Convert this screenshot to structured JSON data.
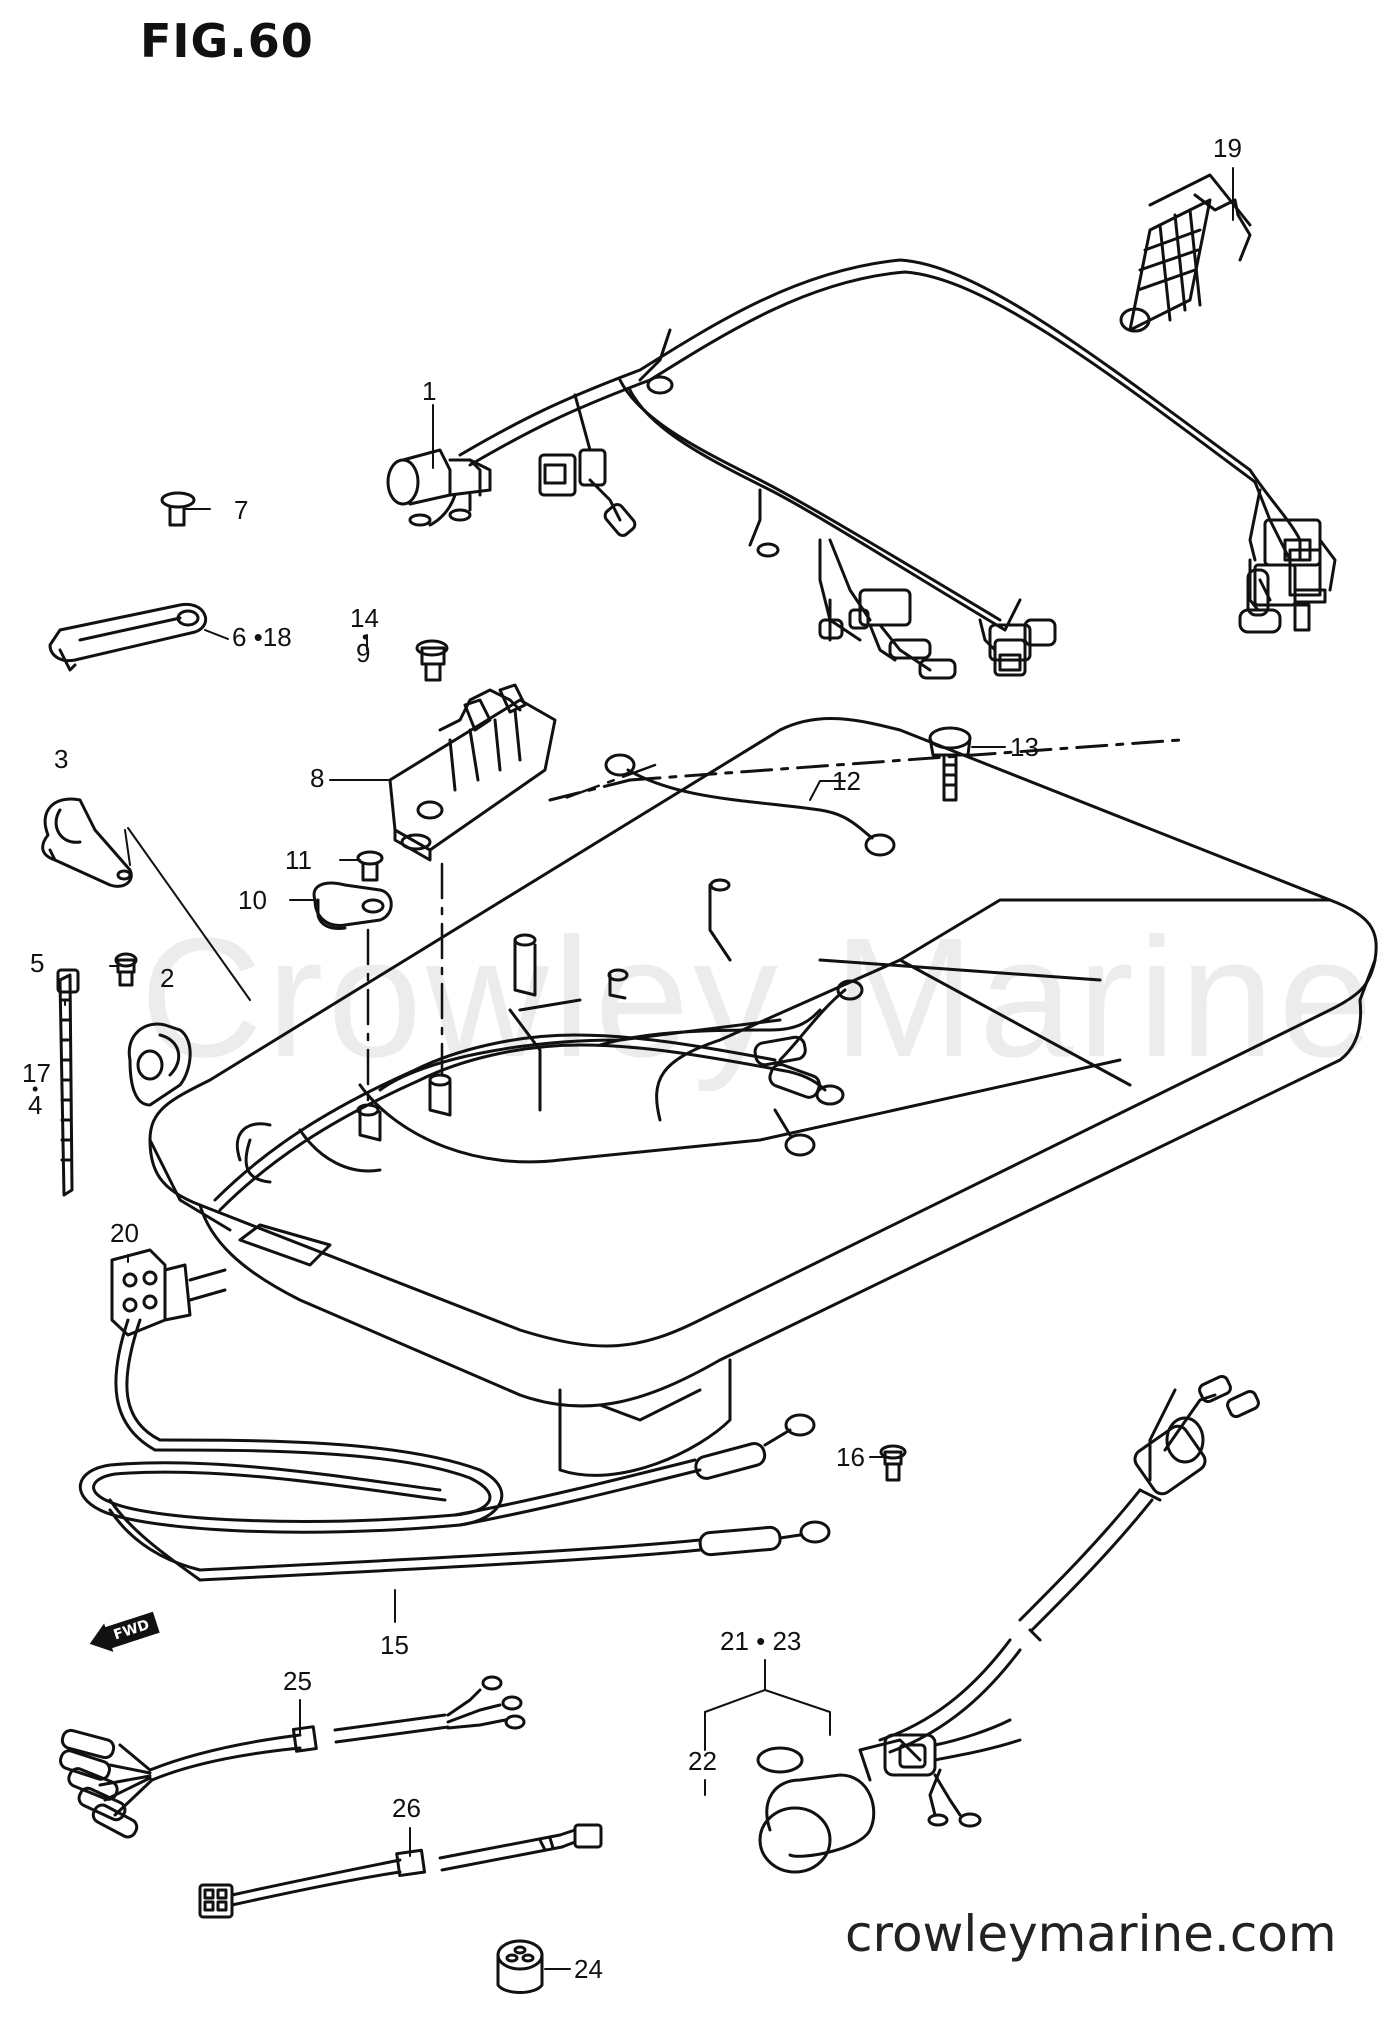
{
  "figure": {
    "title": "FIG.60"
  },
  "watermark": "Crowley Marine",
  "website": "crowleymarine.com",
  "fwd_label": "FWD",
  "callouts": [
    {
      "id": "c1",
      "text": "1"
    },
    {
      "id": "c2",
      "text": "2"
    },
    {
      "id": "c3",
      "text": "3"
    },
    {
      "id": "c4",
      "text": "4"
    },
    {
      "id": "c5",
      "text": "5"
    },
    {
      "id": "c6",
      "text": "6 •18"
    },
    {
      "id": "c7",
      "text": "7"
    },
    {
      "id": "c8",
      "text": "8"
    },
    {
      "id": "c9",
      "text": "9"
    },
    {
      "id": "c10",
      "text": "10"
    },
    {
      "id": "c11",
      "text": "11"
    },
    {
      "id": "c12",
      "text": "12"
    },
    {
      "id": "c13",
      "text": "13"
    },
    {
      "id": "c14",
      "text": "14"
    },
    {
      "id": "c15",
      "text": "15"
    },
    {
      "id": "c16",
      "text": "16"
    },
    {
      "id": "c17",
      "text": "17"
    },
    {
      "id": "c19",
      "text": "19"
    },
    {
      "id": "c20",
      "text": "20"
    },
    {
      "id": "c21",
      "text": "21 • 23"
    },
    {
      "id": "c22",
      "text": "22"
    },
    {
      "id": "c24",
      "text": "24"
    },
    {
      "id": "c25",
      "text": "25"
    },
    {
      "id": "c26",
      "text": "26"
    }
  ]
}
